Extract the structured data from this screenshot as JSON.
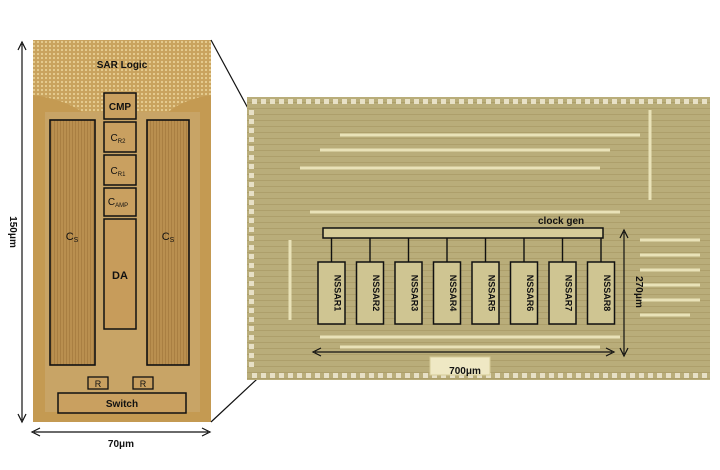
{
  "left_die": {
    "sar_logic": "SAR Logic",
    "cmp": "CMP",
    "cr2": {
      "main": "C",
      "sub": "R2"
    },
    "cr1": {
      "main": "C",
      "sub": "R1"
    },
    "camp": {
      "main": "C",
      "sub": "AMP"
    },
    "da": "DA",
    "cs_left": {
      "main": "C",
      "sub": "S"
    },
    "cs_right": {
      "main": "C",
      "sub": "S"
    },
    "r_left": "R",
    "r_right": "R",
    "switch": "Switch"
  },
  "dimensions": {
    "height_left": "150μm",
    "width_left": "70μm",
    "width_right": "700μm",
    "height_right": "270μm"
  },
  "right_die": {
    "clock_gen": "clock gen",
    "channels": [
      "NSSAR1",
      "NSSAR2",
      "NSSAR3",
      "NSSAR4",
      "NSSAR5",
      "NSSAR6",
      "NSSAR7",
      "NSSAR8"
    ]
  },
  "colors": {
    "background": "#ffffff",
    "die_left": "#c49a52",
    "die_right": "#b8ab77",
    "outline": "#111111"
  }
}
